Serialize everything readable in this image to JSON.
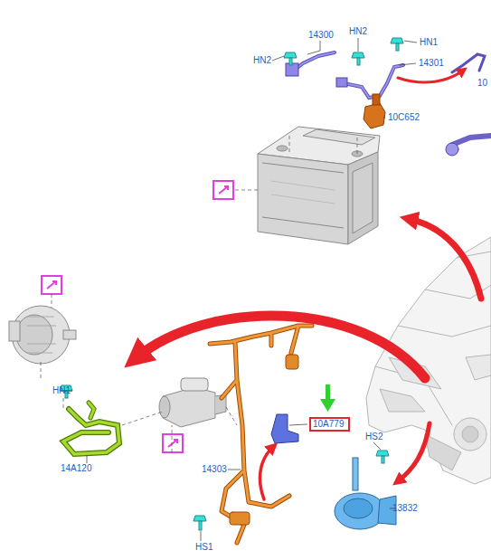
{
  "diagram": {
    "nodes": [
      {
        "text": [
          "10A779"
        ]
      }
    ],
    "labels": [
      "14300",
      "HN2",
      "HN2",
      "HN1",
      "14301",
      "10",
      "10C652",
      "HN1",
      "14A120",
      "14303",
      "HS2",
      "13832",
      "HS1"
    ]
  }
}
